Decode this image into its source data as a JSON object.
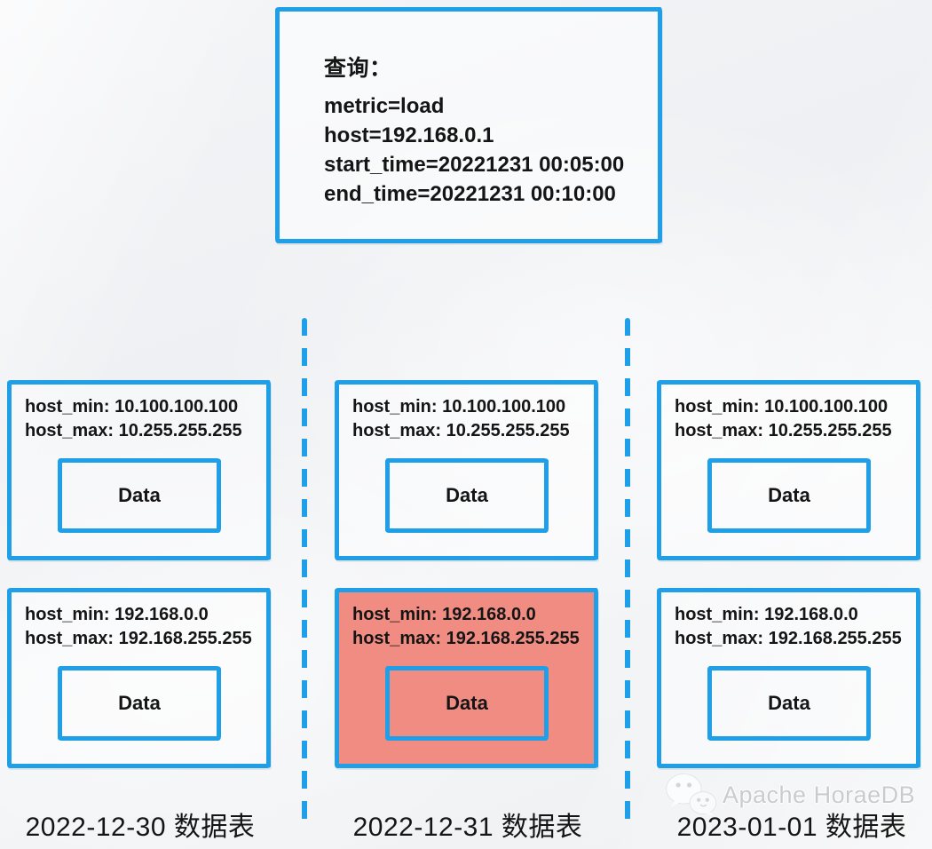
{
  "colors": {
    "accent_blue": "#1E9FE8",
    "highlight_red": "#F08C82",
    "text_dark": "#151515",
    "watermark_gray": "#C9CBCE"
  },
  "query_box": {
    "title": "查询：",
    "params": [
      "metric=load",
      "host=192.168.0.1",
      "start_time=20221231 00:05:00",
      "end_time=20221231 00:10:00"
    ]
  },
  "tables": [
    {
      "label": "2022-12-30 数据表",
      "partitions": [
        {
          "host_min": "host_min: 10.100.100.100",
          "host_max": "host_max: 10.255.255.255",
          "data_label": "Data",
          "highlighted": false
        },
        {
          "host_min": "host_min: 192.168.0.0",
          "host_max": "host_max: 192.168.255.255",
          "data_label": "Data",
          "highlighted": false
        }
      ]
    },
    {
      "label": "2022-12-31 数据表",
      "partitions": [
        {
          "host_min": "host_min: 10.100.100.100",
          "host_max": "host_max: 10.255.255.255",
          "data_label": "Data",
          "highlighted": false
        },
        {
          "host_min": "host_min: 192.168.0.0",
          "host_max": "host_max: 192.168.255.255",
          "data_label": "Data",
          "highlighted": true
        }
      ]
    },
    {
      "label": "2023-01-01 数据表",
      "partitions": [
        {
          "host_min": "host_min: 10.100.100.100",
          "host_max": "host_max: 10.255.255.255",
          "data_label": "Data",
          "highlighted": false
        },
        {
          "host_min": "host_min: 192.168.0.0",
          "host_max": "host_max: 192.168.255.255",
          "data_label": "Data",
          "highlighted": false
        }
      ]
    }
  ],
  "watermark": {
    "icon": "wechat-logo",
    "text": "Apache HoraeDB"
  }
}
